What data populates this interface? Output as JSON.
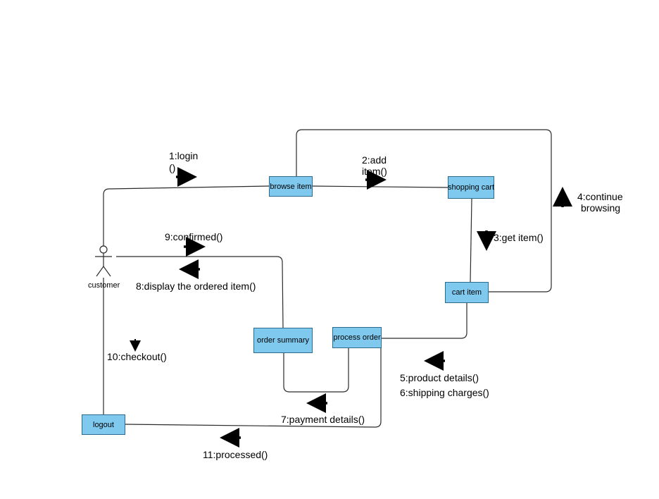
{
  "diagram": {
    "colors": {
      "box_fill": "#7fc9ef",
      "box_border": "#2c6b8e",
      "line": "#2b2b2b",
      "arrow": "#000000"
    },
    "actor": {
      "name": "customer"
    },
    "objects": {
      "browse_item": "browse item",
      "shopping_cart": "shopping cart",
      "cart_item": "cart item",
      "order_summary": "order summary",
      "process_order": "process order",
      "logout": "logout"
    },
    "messages": {
      "m1_line1": "1:login",
      "m1_line2": "()",
      "m2_line1": "2:add",
      "m2_line2": "item()",
      "m3": "3:get item()",
      "m4_line1": "4:continue",
      "m4_line2": "browsing",
      "m5": "5:product details()",
      "m6": "6:shipping charges()",
      "m7": "7:payment details()",
      "m8": "8:display the ordered item()",
      "m9": "9:confirmed()",
      "m10": "10:checkout()",
      "m11": "11:processed()"
    }
  }
}
